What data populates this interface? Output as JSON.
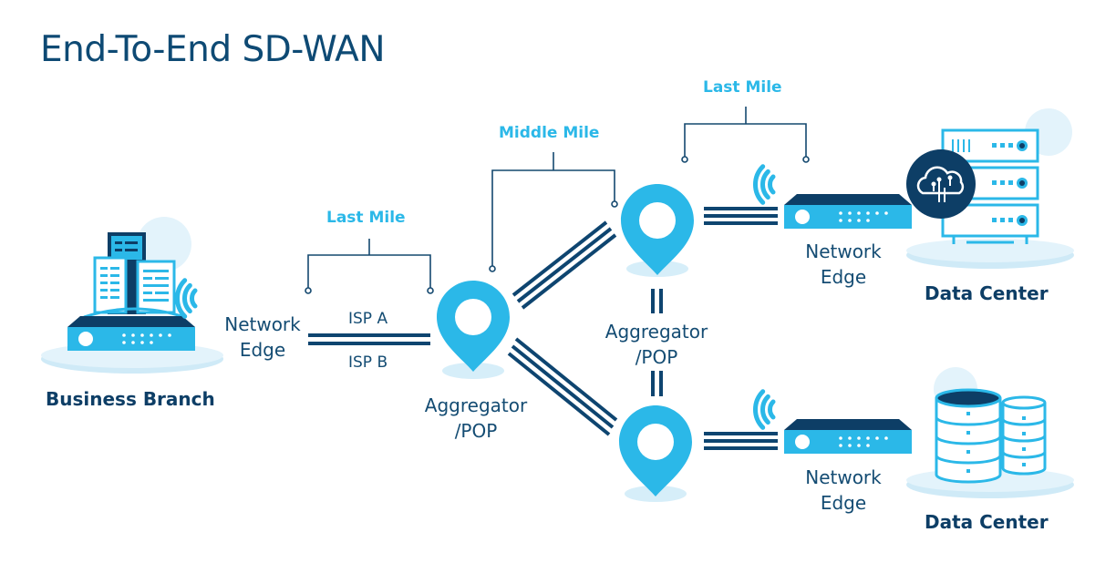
{
  "title": "End-To-End SD-WAN",
  "colors": {
    "dark_blue": "#0d3e66",
    "accent_blue": "#2bb8e8",
    "pale_blue": "#d6eef9",
    "link_lines": "#0e4570"
  },
  "segments": {
    "last_mile_left": "Last Mile",
    "middle_mile": "Middle Mile",
    "last_mile_right": "Last Mile"
  },
  "nodes": {
    "business_branch": {
      "label": "Business Branch",
      "icon": "office-building-router-icon"
    },
    "network_edge_branch": {
      "line1": "Network",
      "line2": "Edge",
      "icon": "wifi-signal-icon"
    },
    "isp_links": {
      "isp_a": "ISP A",
      "isp_b": "ISP B"
    },
    "aggregator_1": {
      "line1": "Aggregator",
      "line2": "/POP",
      "icon": "location-pin-icon"
    },
    "aggregator_2": {
      "line1": "Aggregator",
      "line2": "/POP",
      "icon": "location-pin-icon"
    },
    "network_edge_top": {
      "line1": "Network",
      "line2": "Edge",
      "icon": "router-icon"
    },
    "network_edge_bottom": {
      "line1": "Network",
      "line2": "Edge",
      "icon": "router-icon"
    },
    "data_center_top": {
      "label": "Data Center",
      "icon": "server-rack-cloud-icon"
    },
    "data_center_bottom": {
      "label": "Data Center",
      "icon": "database-stack-icon"
    }
  }
}
